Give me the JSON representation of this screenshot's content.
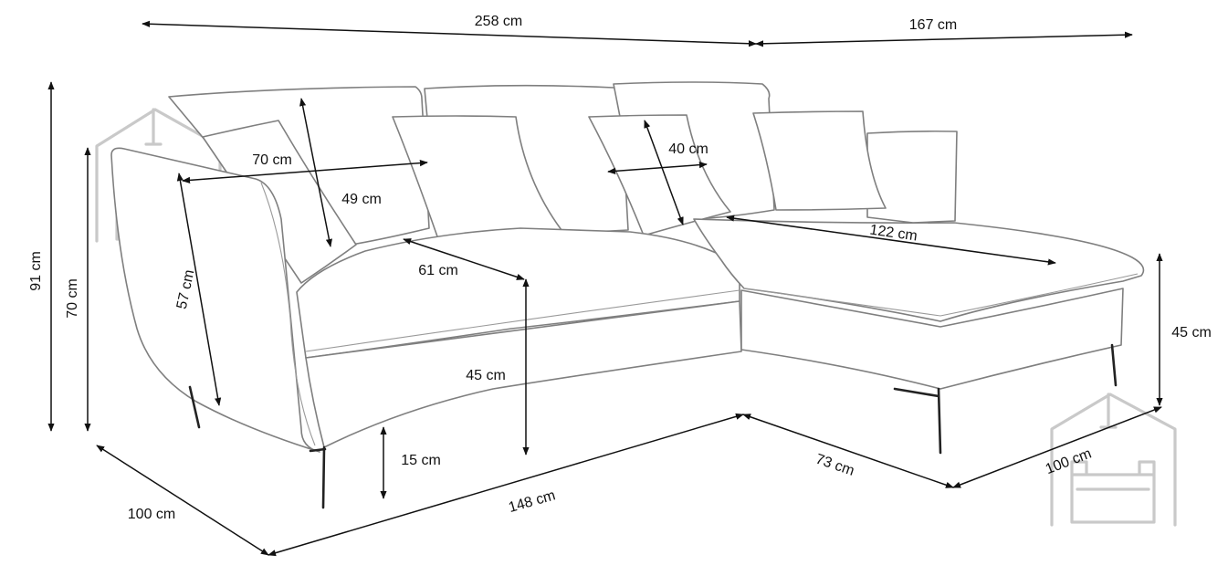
{
  "dimensions": {
    "total_length": "258 cm",
    "chaise_length": "167 cm",
    "total_height": "91 cm",
    "back_height": "70 cm",
    "cushion_width": "70 cm",
    "cushion_height": "49 cm",
    "small_cushion": "40 cm",
    "chaise_seat_length": "122 cm",
    "arm_height": "57 cm",
    "seat_depth": "61 cm",
    "seat_height": "45 cm",
    "chaise_seat_height": "45 cm",
    "leg_height": "15 cm",
    "side_depth": "100 cm",
    "front_length": "148 cm",
    "chaise_width": "73 cm",
    "chaise_depth": "100 cm"
  },
  "colors": {
    "outline": "#7f7f7f",
    "dimension_line": "#111111",
    "watermark": "#c9c9c9"
  },
  "icons": [
    "house-sofa-logo-icon",
    "house-sofa-logo-icon"
  ]
}
